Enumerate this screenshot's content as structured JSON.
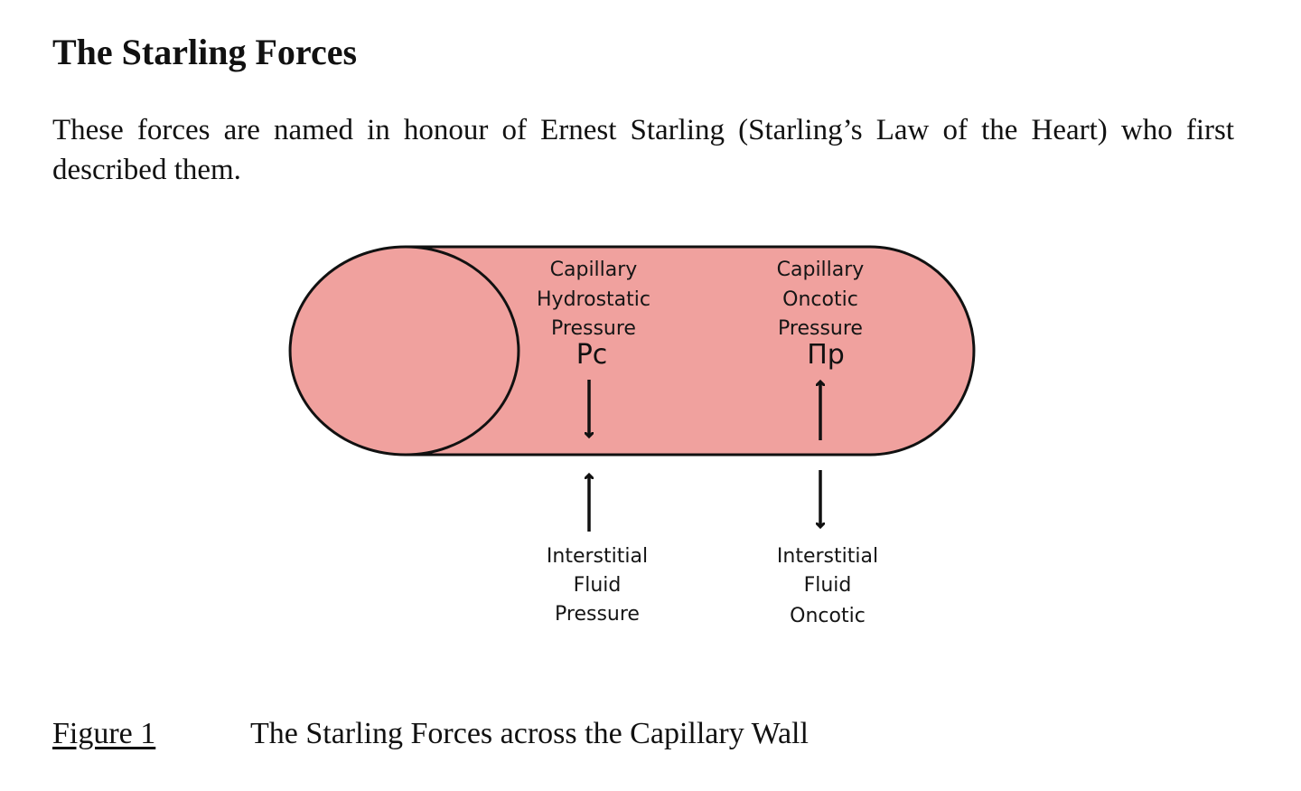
{
  "heading": "The Starling Forces",
  "intro": "These forces are named in honour of Ernest Starling (Starling’s Law of the Heart) who first described them.",
  "diagram": {
    "colors": {
      "capillary_fill": "#f0a19e",
      "outline": "#111111"
    },
    "capillary_hydrostatic": {
      "lines": [
        "Capillary",
        "Hydrostatic",
        "Pressure"
      ],
      "symbol": "Pc"
    },
    "capillary_oncotic": {
      "lines": [
        "Capillary",
        "Oncotic",
        "Pressure"
      ],
      "symbol": "Πp"
    },
    "interstitial_pressure": {
      "lines": [
        "Interstitial",
        "Fluid",
        "Pressure"
      ]
    },
    "interstitial_oncotic": {
      "lines": [
        "Interstitial",
        "Fluid",
        "Oncotic"
      ]
    }
  },
  "caption": {
    "label": "Figure 1",
    "text": "The Starling Forces across the Capillary Wall"
  }
}
